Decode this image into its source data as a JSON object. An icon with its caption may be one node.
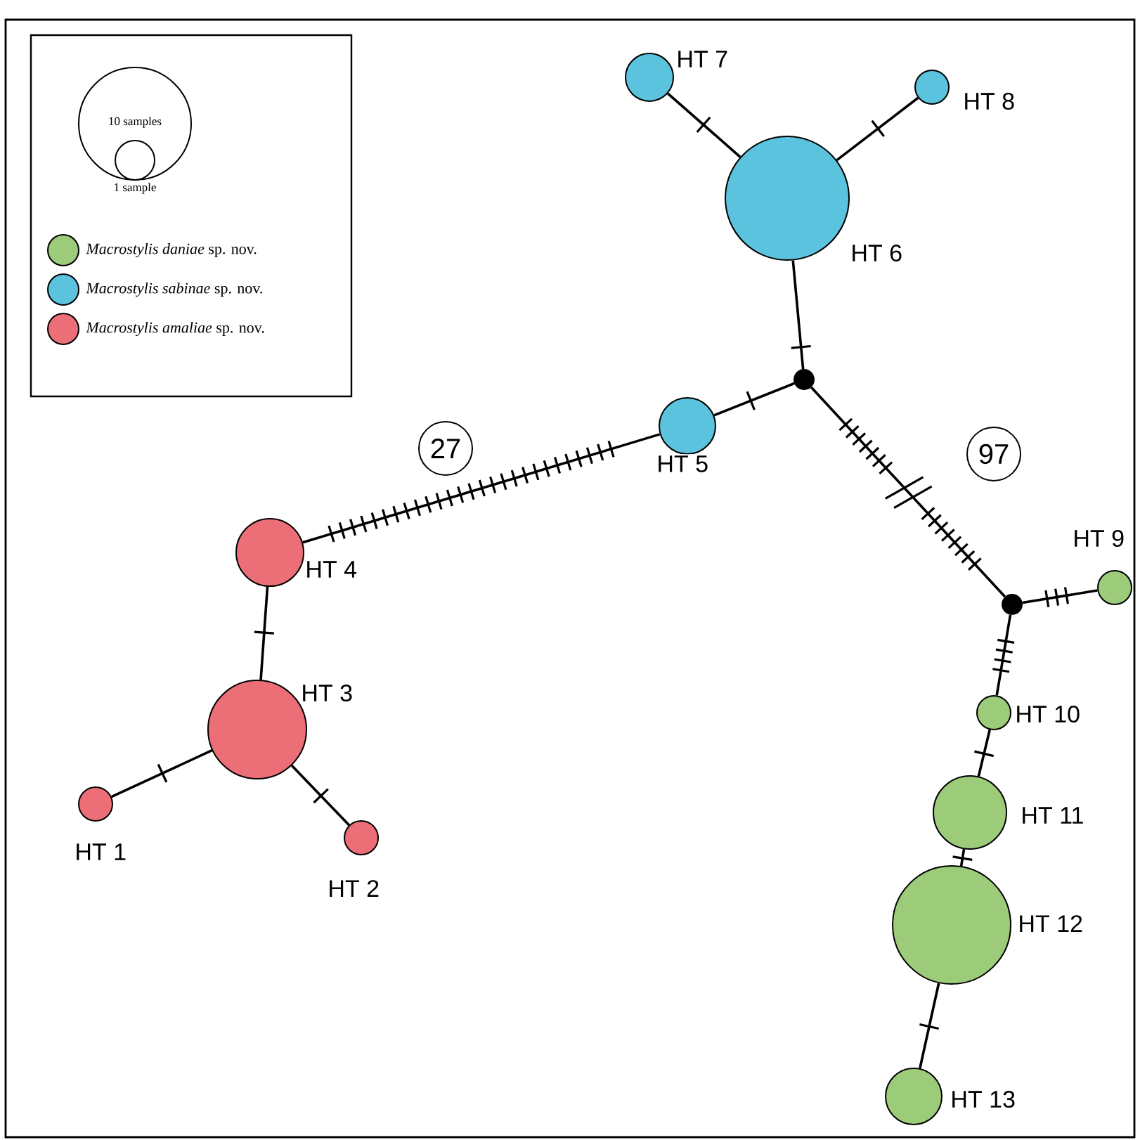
{
  "diagram": {
    "nodes": [
      {
        "text": [],
        "shape": "circle",
        "beside": [
          "HT 7"
        ]
      },
      {
        "text": [],
        "shape": "circle",
        "beside": [
          "HT 8"
        ]
      },
      {
        "text": [],
        "shape": "circle",
        "beside": [
          "HT 6"
        ]
      },
      {
        "text": [],
        "shape": "circle"
      },
      {
        "text": [],
        "shape": "circle",
        "beside": [
          "HT 5"
        ]
      },
      {
        "text": [
          "27"
        ]
      },
      {
        "text": [
          "97"
        ]
      },
      {
        "text": [],
        "shape": "circle",
        "beside": [
          "HT 4"
        ]
      },
      {
        "text": [],
        "shape": "circle",
        "beside": [
          "HT 9"
        ]
      },
      {
        "text": [],
        "shape": "circle"
      },
      {
        "text": [],
        "shape": "circle",
        "beside": [
          "HT 10"
        ]
      },
      {
        "text": [],
        "shape": "circle",
        "beside": [
          "HT 3"
        ]
      },
      {
        "text": [],
        "shape": "circle",
        "beside": [
          "HT 1"
        ]
      },
      {
        "text": [],
        "shape": "circle",
        "beside": [
          "HT 11"
        ]
      },
      {
        "text": [],
        "shape": "circle",
        "beside": [
          "HT 2"
        ]
      },
      {
        "text": [],
        "shape": "circle",
        "beside": [
          "HT 12"
        ]
      },
      {
        "text": [],
        "shape": "circle",
        "beside": [
          "HT 13"
        ]
      }
    ],
    "edges": [
      {
        "from": 2,
        "to": 0,
        "arrow": "none"
      },
      {
        "from": 2,
        "to": 1,
        "arrow": "none"
      },
      {
        "from": 3,
        "to": 2,
        "arrow": "none"
      },
      {
        "from": 4,
        "to": 3,
        "arrow": "none"
      },
      {
        "from": 7,
        "to": 4,
        "arrow": "none"
      },
      {
        "from": 3,
        "to": 9,
        "arrow": "none"
      },
      {
        "from": 9,
        "to": 8,
        "arrow": "none"
      },
      {
        "from": 9,
        "to": 10,
        "arrow": "none"
      },
      {
        "from": 11,
        "to": 7,
        "arrow": "none"
      },
      {
        "from": 12,
        "to": 11,
        "arrow": "none"
      },
      {
        "from": 11,
        "to": 14,
        "arrow": "none"
      },
      {
        "from": 10,
        "to": 13,
        "arrow": "none"
      },
      {
        "from": 13,
        "to": 15,
        "arrow": "none"
      },
      {
        "from": 15,
        "to": 16,
        "arrow": "none"
      }
    ],
    "legend": [
      {
        "text": "10 samples"
      },
      {
        "text": "1 sample"
      },
      {
        "text": "*Macrostylis daniae* sp. nov.",
        "color": "#9ccc7a"
      },
      {
        "text": "*Macrostylis sabinae* sp. nov.",
        "color": "#5bc3de"
      },
      {
        "text": "*Macrostylis amaliae* sp. nov.",
        "color": "#ec6f78"
      }
    ]
  }
}
